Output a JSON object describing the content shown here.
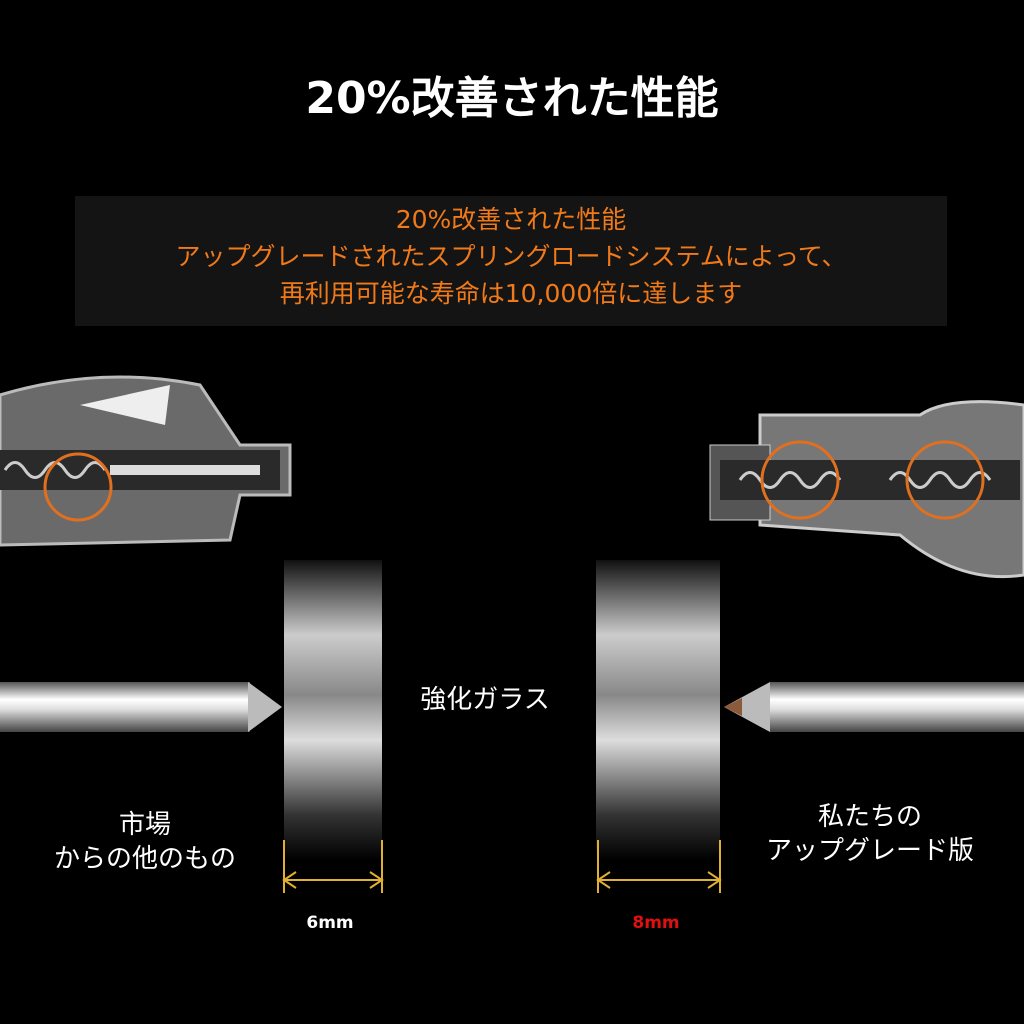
{
  "title": "20%改善された性能",
  "info_box": {
    "line1": "20%改善された性能",
    "line2": "アップグレードされたスプリングロードシステムによって、",
    "line3": "再利用可能な寿命は10,000倍に達します"
  },
  "center_label": "強化ガラス",
  "left": {
    "label_line1": "市場",
    "label_line2": "からの他のもの",
    "dimension": "6mm"
  },
  "right": {
    "label_line1": "私たちの",
    "label_line2": "アップグレード版",
    "dimension": "8mm"
  },
  "colors": {
    "accent_orange": "#f07a1a",
    "highlight_red": "#e01010",
    "dimension_line": "#e0b030"
  }
}
